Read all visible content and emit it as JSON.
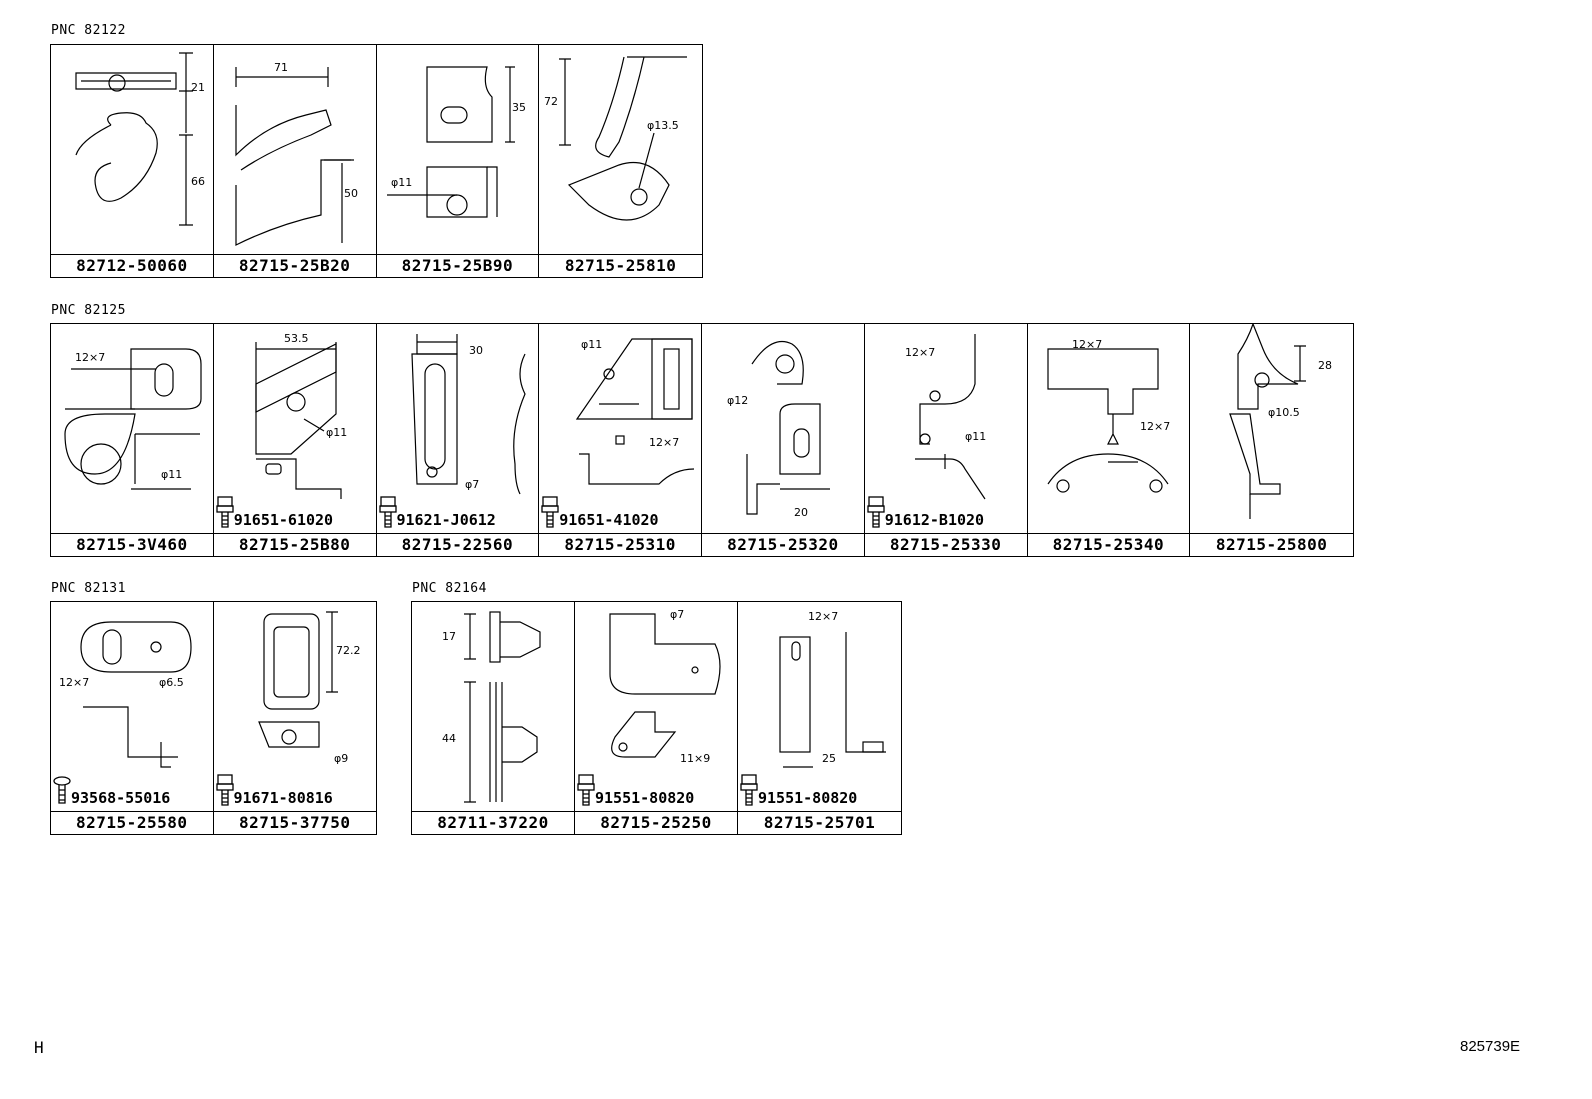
{
  "groups": [
    {
      "pnc": "PNC 82122",
      "parts": [
        {
          "number": "82712-50060",
          "dims": [
            "21",
            "66"
          ]
        },
        {
          "number": "82715-25B20",
          "dims": [
            "71",
            "50"
          ]
        },
        {
          "number": "82715-25B90",
          "dims": [
            "35",
            "φ11"
          ]
        },
        {
          "number": "82715-25810",
          "dims": [
            "72",
            "φ13.5"
          ]
        }
      ]
    },
    {
      "pnc": "PNC 82125",
      "parts": [
        {
          "number": "82715-3V460",
          "dims": [
            "12×7",
            "φ11"
          ]
        },
        {
          "number": "82715-25B80",
          "dims": [
            "53.5",
            "φ11"
          ],
          "bolt": "91651-61020"
        },
        {
          "number": "82715-22560",
          "dims": [
            "30",
            "φ7"
          ],
          "bolt": "91621-J0612"
        },
        {
          "number": "82715-25310",
          "dims": [
            "φ11",
            "12×7"
          ],
          "bolt": "91651-41020"
        },
        {
          "number": "82715-25320",
          "dims": [
            "φ12",
            "20"
          ]
        },
        {
          "number": "82715-25330",
          "dims": [
            "12×7",
            "φ11"
          ],
          "bolt": "91612-B1020"
        },
        {
          "number": "82715-25340",
          "dims": [
            "12×7",
            "12×7"
          ]
        },
        {
          "number": "82715-25800",
          "dims": [
            "28",
            "φ10.5"
          ]
        }
      ]
    },
    {
      "pnc": "PNC 82131",
      "parts": [
        {
          "number": "82715-25580",
          "dims": [
            "12×7",
            "φ6.5"
          ],
          "bolt": "93568-55016"
        },
        {
          "number": "82715-37750",
          "dims": [
            "72.2",
            "φ9"
          ],
          "bolt": "91671-80816"
        }
      ]
    },
    {
      "pnc": "PNC 82164",
      "parts": [
        {
          "number": "82711-37220",
          "dims": [
            "17",
            "44"
          ]
        },
        {
          "number": "82715-25250",
          "dims": [
            "φ7",
            "11×9"
          ],
          "bolt": "91551-80820"
        },
        {
          "number": "82715-25701",
          "dims": [
            "12×7",
            "25"
          ],
          "bolt": "91551-80820"
        }
      ]
    }
  ],
  "footer": {
    "left": "H",
    "right": "825739E"
  }
}
